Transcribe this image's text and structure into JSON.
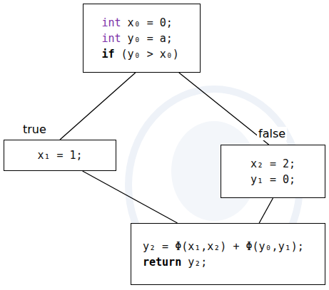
{
  "diagram": {
    "nodes": [
      {
        "text": [
          "int x₀ = 0;",
          "int y₀ = a;",
          "if (y₀ > x₀)"
        ]
      },
      {
        "text": [
          "x₁ = 1;"
        ]
      },
      {
        "text": [
          "x₂ = 2;",
          "y₁ = 0;"
        ]
      },
      {
        "text": [
          "y₂ = Φ(x₁,x₂) + Φ(y₀,y₁);",
          "return y₂;"
        ]
      }
    ],
    "edges": [
      {
        "from": 0,
        "to": 1,
        "label": "true",
        "arrow": "none"
      },
      {
        "from": 0,
        "to": 2,
        "label": "false",
        "arrow": "none"
      },
      {
        "from": 1,
        "to": 3,
        "arrow": "none"
      },
      {
        "from": 2,
        "to": 3,
        "arrow": "none"
      }
    ]
  }
}
